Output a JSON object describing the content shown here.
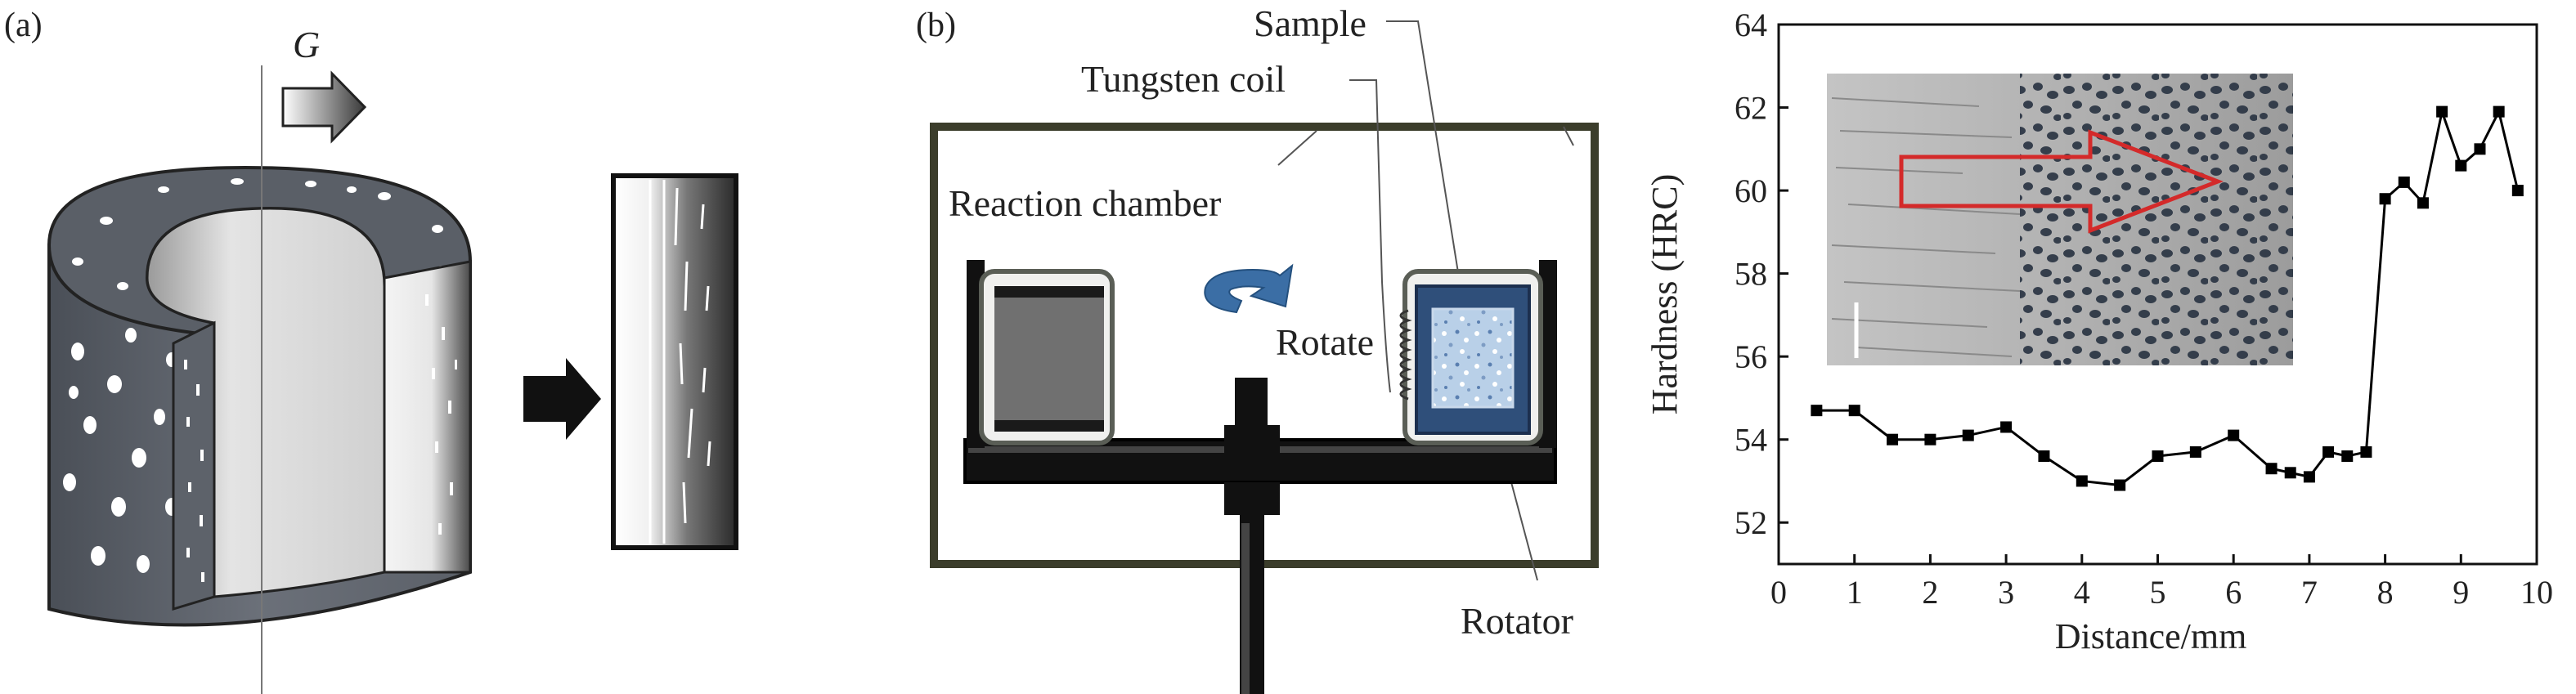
{
  "panels": {
    "a": {
      "label": "(a)",
      "gradient_symbol": "G"
    },
    "b": {
      "label": "(b)",
      "sample": "Sample",
      "tungsten_coil": "Tungsten coil",
      "reaction_chamber": "Reaction chamber",
      "rotate": "Rotate",
      "rotator": "Rotator"
    }
  },
  "chart_data": {
    "type": "line",
    "xlabel": "Distance/mm",
    "ylabel": "Hardness (HRC)",
    "xlim": [
      0,
      10
    ],
    "ylim": [
      51,
      64
    ],
    "xticks": [
      "0",
      "1",
      "2",
      "3",
      "4",
      "5",
      "6",
      "7",
      "8",
      "9",
      "10"
    ],
    "yticks": [
      "52",
      "54",
      "56",
      "58",
      "60",
      "62",
      "64"
    ],
    "marker": "square",
    "line_color": "#000000",
    "inset_arrow_color": "#d42a2a",
    "x": [
      0.5,
      1.0,
      1.5,
      2.0,
      2.5,
      3.0,
      3.5,
      4.0,
      4.5,
      5.0,
      5.5,
      6.0,
      6.5,
      6.75,
      7.0,
      7.25,
      7.5,
      7.75,
      8.0,
      8.25,
      8.5,
      8.75,
      9.0,
      9.25,
      9.5,
      9.75
    ],
    "y": [
      54.7,
      54.7,
      54.0,
      54.0,
      54.1,
      54.3,
      53.6,
      53.0,
      52.9,
      53.6,
      53.7,
      54.1,
      53.3,
      53.2,
      53.1,
      53.7,
      53.6,
      53.7,
      59.8,
      60.2,
      59.7,
      61.9,
      60.6,
      61.0,
      61.9,
      60.0
    ]
  }
}
